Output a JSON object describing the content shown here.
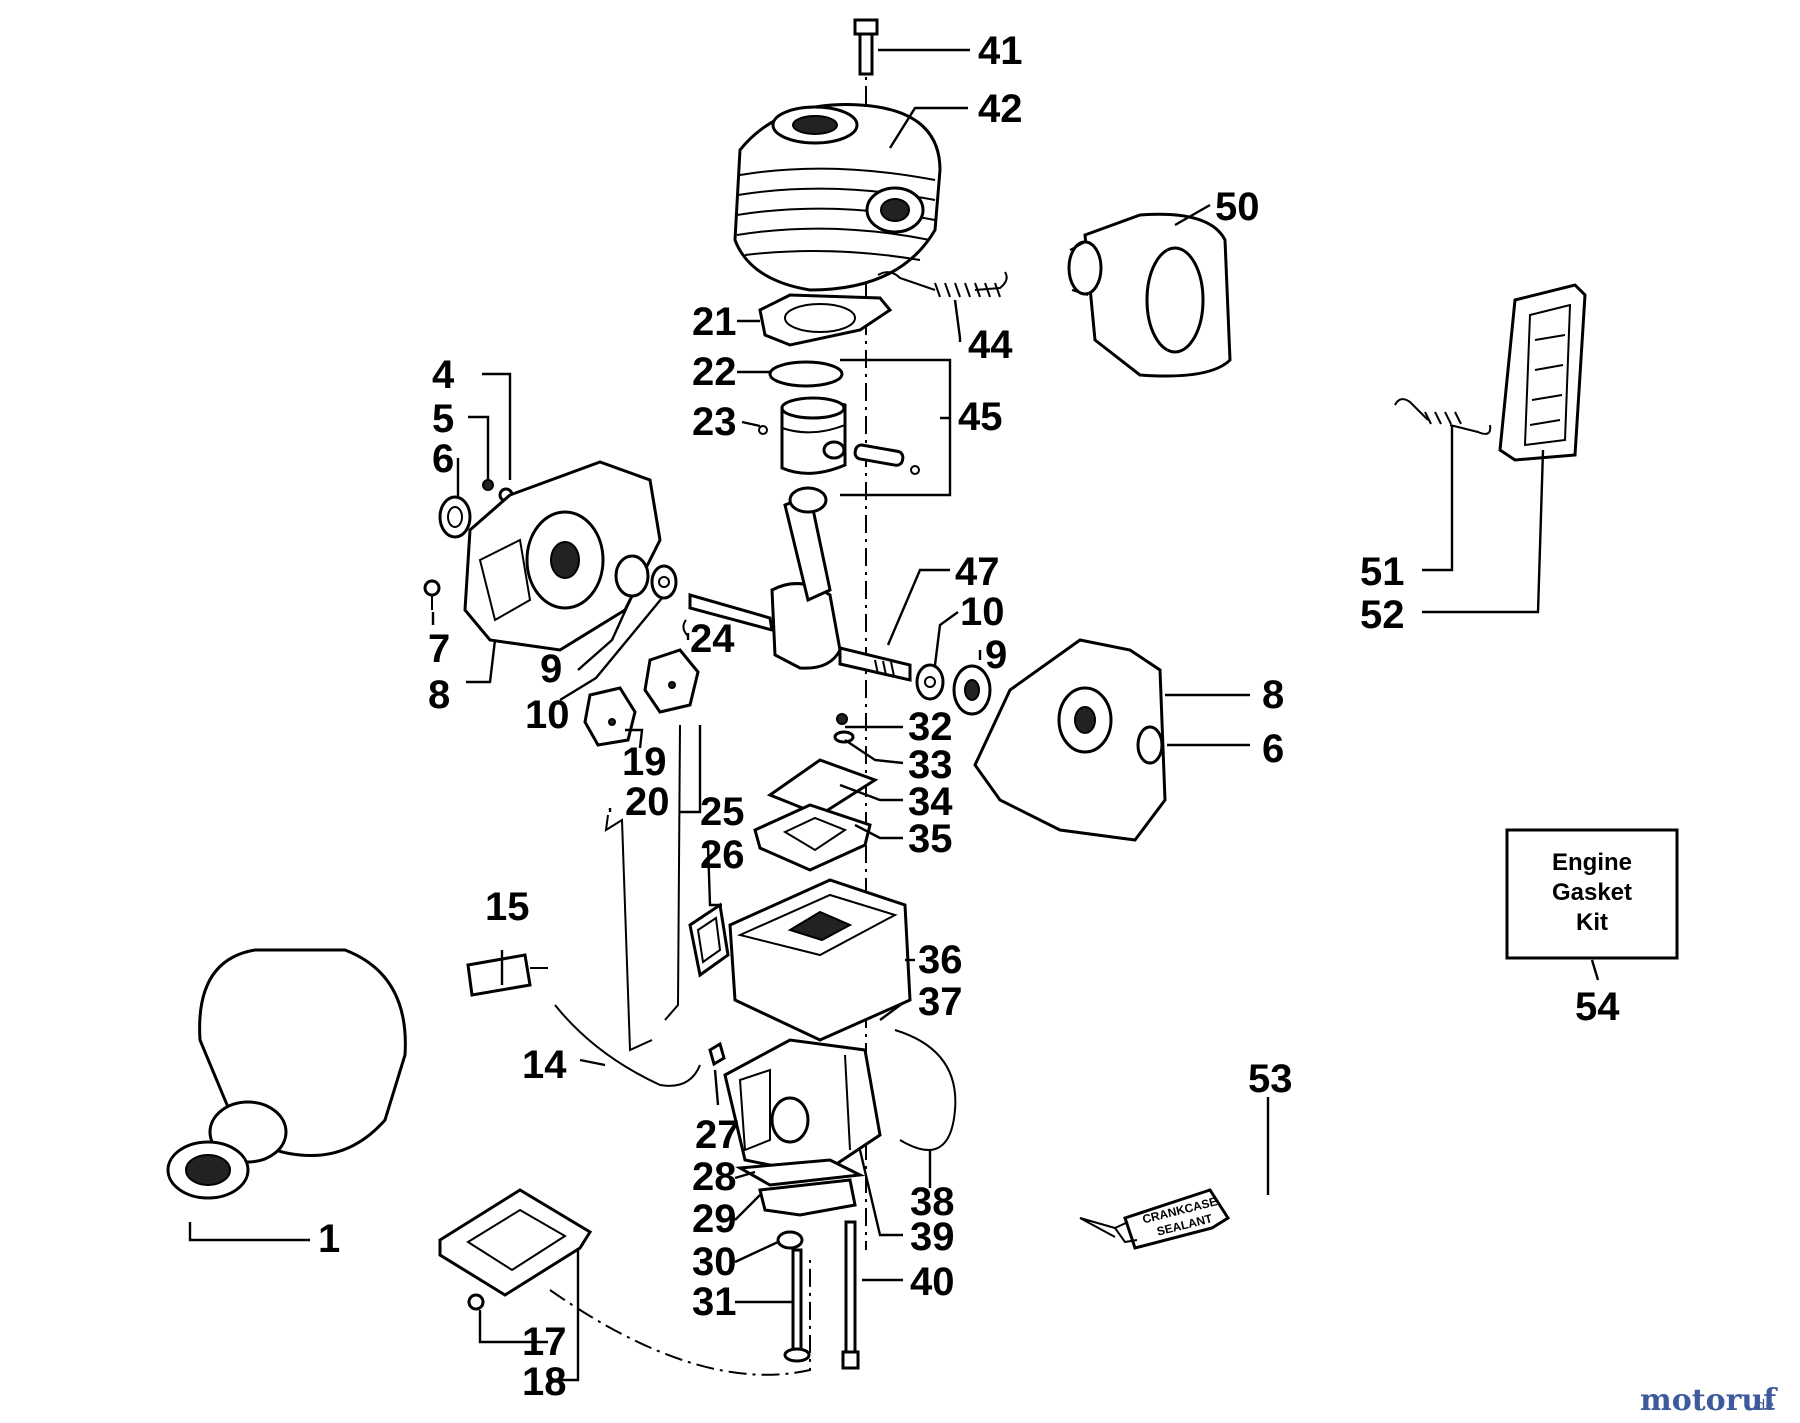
{
  "callouts": {
    "c1": "1",
    "c4": "4",
    "c5": "5",
    "c6a": "6",
    "c6b": "6",
    "c7": "7",
    "c8a": "8",
    "c8b": "8",
    "c9a": "9",
    "c9b": "9",
    "c10a": "10",
    "c10b": "10",
    "c14": "14",
    "c15": "15",
    "c17": "17",
    "c18": "18",
    "c19": "19",
    "c20": "20",
    "c21": "21",
    "c22": "22",
    "c23": "23",
    "c24": "24",
    "c25": "25",
    "c26": "26",
    "c27": "27",
    "c28": "28",
    "c29": "29",
    "c30": "30",
    "c31": "31",
    "c32": "32",
    "c33": "33",
    "c34": "34",
    "c35": "35",
    "c36": "36",
    "c37": "37",
    "c38": "38",
    "c39": "39",
    "c40": "40",
    "c41": "41",
    "c42": "42",
    "c44": "44",
    "c45": "45",
    "c47": "47",
    "c50": "50",
    "c51": "51",
    "c52": "52",
    "c53": "53",
    "c54": "54"
  },
  "kit_box": {
    "line1": "Engine",
    "line2": "Gasket",
    "line3": "Kit"
  },
  "sealant_tube": {
    "line1": "CRANKCASE",
    "line2": "SEALANT"
  },
  "watermark": {
    "name": "motoruf",
    "tld": ".de"
  },
  "colors": {
    "ink": "#000000",
    "paper": "#ffffff",
    "watermark": "#3d5a9c"
  }
}
